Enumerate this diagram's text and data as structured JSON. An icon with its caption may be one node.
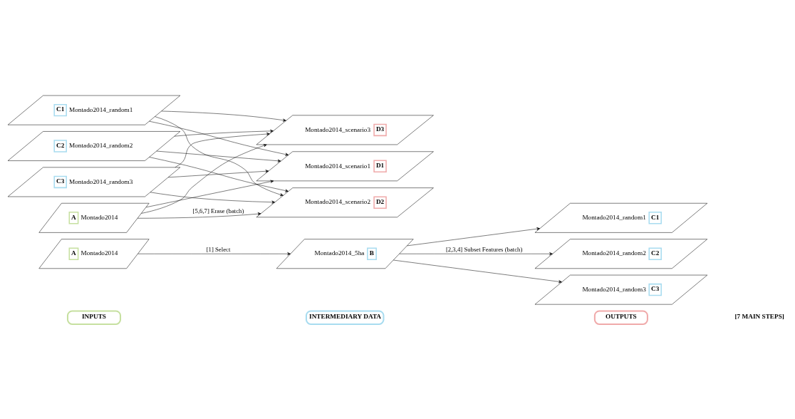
{
  "diagram": {
    "nodes": [
      {
        "text": [
          "A",
          "Montado2014"
        ]
      },
      {
        "text": [
          "Montado2014_5ha",
          "B"
        ]
      },
      {
        "text": [
          "Montado2014_random1",
          "C1"
        ]
      },
      {
        "text": [
          "Montado2014_random2",
          "C2"
        ]
      },
      {
        "text": [
          "Montado2014_random3",
          "C3"
        ]
      },
      {
        "text": [
          "A",
          "Montado2014"
        ]
      },
      {
        "text": [
          "C1",
          "Montado2014_random1"
        ]
      },
      {
        "text": [
          "C2",
          "Montado2014_random2"
        ]
      },
      {
        "text": [
          "C3",
          "Montado2014_random3"
        ]
      },
      {
        "text": [
          "Montado2014_scenario1",
          "D1"
        ]
      },
      {
        "text": [
          "Montado2014_scenario2",
          "D2"
        ]
      },
      {
        "text": [
          "Montado2014_scenario3",
          "D3"
        ]
      }
    ],
    "edges": [
      {
        "from": 0,
        "to": 1,
        "arrow": "to",
        "label": "[1] Select"
      },
      {
        "from": 1,
        "to": 2,
        "arrow": "to"
      },
      {
        "from": 1,
        "to": 3,
        "arrow": "to",
        "label": "[2,3,4] Subset Features (batch)"
      },
      {
        "from": 1,
        "to": 4,
        "arrow": "to"
      },
      {
        "from": 5,
        "to": 9,
        "arrow": "to"
      },
      {
        "from": 5,
        "to": 10,
        "arrow": "to",
        "label": "[5,6,7] Erase (batch)"
      },
      {
        "from": 5,
        "to": 11,
        "arrow": "to"
      },
      {
        "from": 6,
        "to": 9,
        "arrow": "to"
      },
      {
        "from": 6,
        "to": 10,
        "arrow": "to"
      },
      {
        "from": 6,
        "to": 11,
        "arrow": "to"
      },
      {
        "from": 7,
        "to": 9,
        "arrow": "to"
      },
      {
        "from": 7,
        "to": 10,
        "arrow": "to"
      },
      {
        "from": 7,
        "to": 11,
        "arrow": "to"
      },
      {
        "from": 8,
        "to": 9,
        "arrow": "to"
      },
      {
        "from": 8,
        "to": 10,
        "arrow": "to"
      },
      {
        "from": 8,
        "to": 11,
        "arrow": "to"
      }
    ],
    "labels": [
      "[7 MAIN STEPS]"
    ],
    "legend": [
      {
        "text": "INPUTS",
        "color": "#c6e0a0"
      },
      {
        "text": "INTERMEDIARY DATA",
        "color": "#a8dcf0"
      },
      {
        "text": "OUTPUTS",
        "color": "#f0aaaa"
      }
    ]
  }
}
